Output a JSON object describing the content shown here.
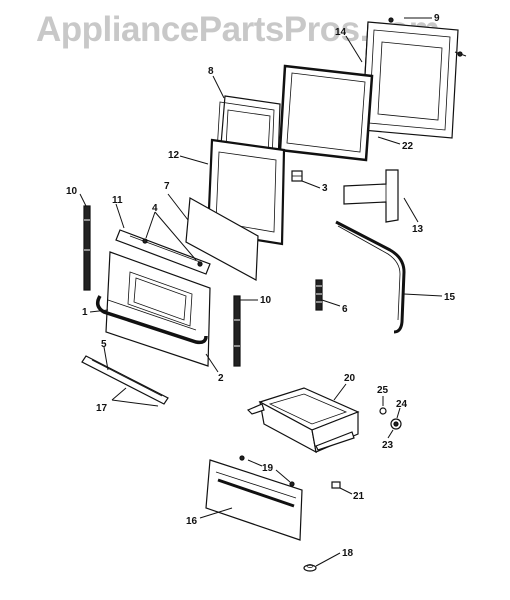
{
  "watermark": "AppliancePartsPros.com",
  "callouts": {
    "c1": "1",
    "c2": "2",
    "c3": "3",
    "c4": "4",
    "c5": "5",
    "c6": "6",
    "c7": "7",
    "c8": "8",
    "c9": "9",
    "c10a": "10",
    "c10b": "10",
    "c11": "11",
    "c12": "12",
    "c13": "13",
    "c14": "14",
    "c15": "15",
    "c16": "16",
    "c17": "17",
    "c18": "18",
    "c19": "19",
    "c20": "20",
    "c21": "21",
    "c22": "22",
    "c23": "23",
    "c24": "24",
    "c25": "25"
  }
}
